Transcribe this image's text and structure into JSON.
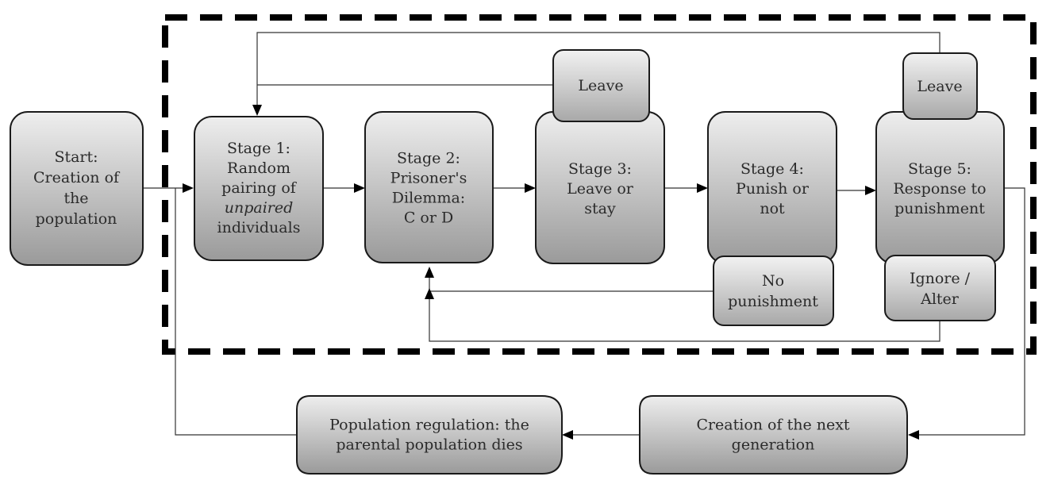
{
  "nodes": {
    "start": {
      "lines": [
        "Start:",
        "Creation of",
        "the",
        "population"
      ]
    },
    "stage1": {
      "lines": [
        "Stage 1:",
        "Random",
        "pairing of",
        "unpaired",
        "individuals"
      ],
      "italic_line": 3
    },
    "stage2": {
      "lines": [
        "Stage 2:",
        "Prisoner's",
        "Dilemma:",
        "C or D"
      ]
    },
    "stage3": {
      "lines": [
        "Stage 3:",
        "Leave or",
        "stay"
      ]
    },
    "stage4": {
      "lines": [
        "Stage 4:",
        "Punish or",
        "not"
      ]
    },
    "stage5": {
      "lines": [
        "Stage 5:",
        "Response to",
        "punishment"
      ]
    },
    "leave3": {
      "lines": [
        "Leave"
      ]
    },
    "leave5": {
      "lines": [
        "Leave"
      ]
    },
    "no_punishment": {
      "lines": [
        "No",
        "punishment"
      ]
    },
    "ignore_alter": {
      "lines": [
        "Ignore /",
        "Alter"
      ]
    },
    "next_generation": {
      "lines": [
        "Creation of the next",
        "generation"
      ]
    },
    "population_regulation": {
      "lines": [
        "Population regulation: the",
        "parental population dies"
      ]
    }
  },
  "colors": {
    "box_light": "#eeeeee",
    "box_dark": "#9a9a9a",
    "stroke": "#1a1a1a",
    "edge": "#333333"
  }
}
